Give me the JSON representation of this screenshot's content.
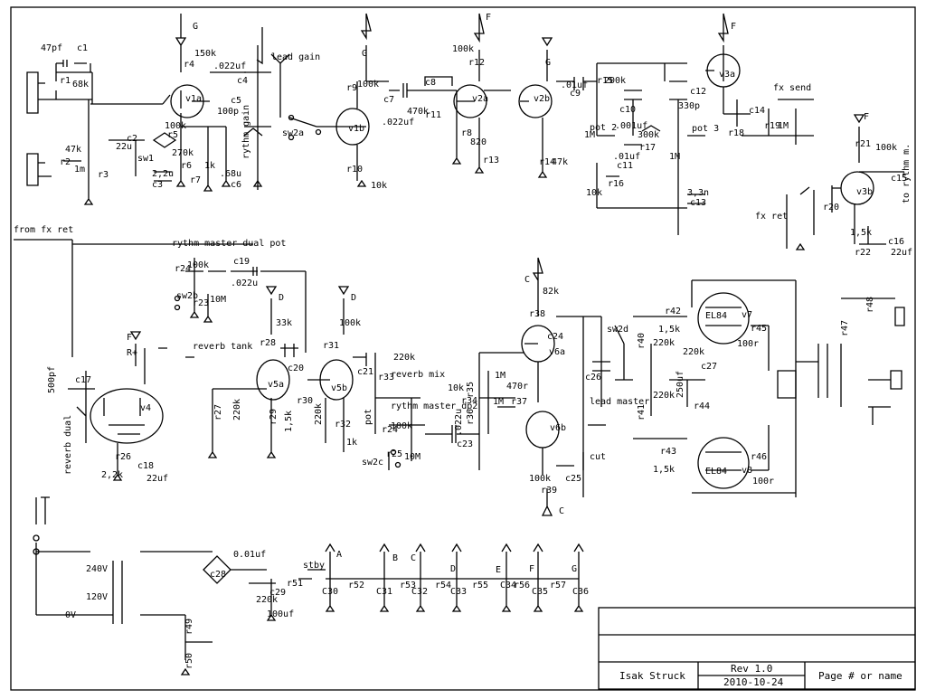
{
  "labels": {
    "c_47pf": "47pf",
    "c1": "c1",
    "r1": "r1",
    "v68k": "68k",
    "r2": "r2",
    "v47k": "47k",
    "r3": "r3",
    "v1m": "1m",
    "g1": "G",
    "r4": "r4",
    "v150k": "150k",
    "d022uf": ".022uf",
    "c4": "c4",
    "v1a": "v1a",
    "c5": "c5",
    "v100p": "100p",
    "c2": "c2",
    "v22u": "22u",
    "sw1": "sw1",
    "r5": "r5",
    "v100k_a": "100k",
    "v270k": "270k",
    "r6": "r6",
    "v22u_b": "2,2u",
    "c3": "c3",
    "r7": "r7",
    "v1k": "1k",
    "v68u": ".68u",
    "c6": "c6",
    "lead_gain": "lead gain",
    "rythm_gain": "rythm gain",
    "sw2a": "sw2a",
    "g2": "G",
    "r9": "r9",
    "v100k_b": "100k",
    "v1b": "v1b",
    "c7": "c7",
    "d022uf_b": ".022uf",
    "r10": "r10",
    "v10k": "10k",
    "c8": "c8",
    "v470k": "470k",
    "r11": "r11",
    "f1": "F",
    "r12": "r12",
    "v100k_c": "100k",
    "v2a": "v2a",
    "r8": "r8",
    "r13": "r13",
    "v820": "820",
    "g3": "G",
    "v2b": "v2b",
    "r14": "r14",
    "v47k_b": "47k",
    "d01uf": ".01uf",
    "c9": "c9",
    "r15": "r15",
    "v200k": "200k",
    "c10": "c10",
    "d001uf": ".001uf",
    "pot2": "pot 2",
    "v1m_b": "1M",
    "v300k": "300k",
    "r17": "r17",
    "d01uf_b": ".01uf",
    "c11": "c11",
    "r16": "r16",
    "v10k_b": "10k",
    "c12": "c12",
    "v330p": "330p",
    "pot3": "pot 3",
    "v1m_c": "1M",
    "v33n": "3,3n",
    "c13": "c13",
    "f2": "F",
    "v3a": "v3a",
    "r18": "r18",
    "c14": "c14",
    "r19": "r19",
    "v1m_d": "1M",
    "fx_send": "fx send",
    "f3": "F",
    "r21": "r21",
    "v100k_d": "100k",
    "c15": "c15",
    "to_rythm": "to rythm m.",
    "v3b": "v3b",
    "fx_ret": "fx ret",
    "r20": "r20",
    "v15k": "1,5k",
    "c16": "c16",
    "r22": "r22",
    "v22uf": "22uf",
    "from_fx_ret": "from fx ret",
    "rythm_master_dual": "rythm master dual pot",
    "r24": "r24",
    "v100k_e": "100k",
    "c19": "c19",
    "d022u": ".022u",
    "sw2b": "sw2b",
    "r23": "r23",
    "v10m": "10M",
    "d1": "D",
    "r28": "r28",
    "v33k": "33k",
    "d2": "D",
    "r31": "r31",
    "v100k_f": "100k",
    "c20": "c20",
    "v5a": "v5a",
    "v5b": "v5b",
    "c21": "c21",
    "r33": "r33",
    "v220k": "220k",
    "reverb_mix": "reverb mix",
    "r27": "r27",
    "v220k_b": "220k",
    "r30": "r30",
    "v220k_c": "220k",
    "r29": "r29",
    "v15k_b": "1,5k",
    "r32": "r32",
    "v1k_b": "1k",
    "pot": "pot",
    "rythm_master_dp2": "rythm master dp2",
    "r24b": "r24",
    "v100k_g": "100k",
    "sw2c": "sw2c",
    "r25": "r25",
    "v10m_b": "10M",
    "d022u_b": ".022u",
    "c23": "c23",
    "r35": "r35",
    "v1m_e": "1M",
    "v10k_c": "10k",
    "r34": "r34",
    "v470r": "470r",
    "r36": "r36",
    "v1m_f": "1M",
    "r37": "r37",
    "c1p": "C",
    "r38": "r38",
    "v82k": "82k",
    "c24": "c24",
    "v6a": "v6a",
    "v6b": "v6b",
    "r39": "r39",
    "v100k_h": "100k",
    "c25": "c25",
    "c2p": "C",
    "c26": "c26",
    "sw2d": "sw2d",
    "lead_master": "lead master",
    "cut": "cut",
    "r40": "r40",
    "v220k_d": "220k",
    "r41": "r41",
    "v220k_e": "220k",
    "v220k_f": "220k",
    "v250uf": "250uf",
    "c27": "c27",
    "r44": "r44",
    "r42": "r42",
    "v15k_c": "1,5k",
    "r43": "r43",
    "v15k_d": "1,5k",
    "el84a": "EL84",
    "v7": "v7",
    "el84b": "EL84",
    "v8": "v8",
    "r45": "r45",
    "v100r": "100r",
    "r46": "r46",
    "v100r_b": "100r",
    "r47": "r47",
    "r48": "r48",
    "fp": "F",
    "rplus": "R+",
    "reverb_tank": "reverb tank",
    "c17": "c17",
    "v500pf": "500pf",
    "reverb_dual": "reverb dual",
    "v4": "v4",
    "r26": "r26",
    "v22k": "2,2k",
    "c18": "c18",
    "v22uf_b": "22uf",
    "v240": "240V",
    "v120": "120V",
    "v0": "0V",
    "c28": "c28",
    "v001uf": "0.01uf",
    "c29": "c29",
    "v220k_g": "220k",
    "r51": "r51",
    "v100uf": "100uf",
    "r49": "r49",
    "r50": "r50",
    "stby": "stby",
    "ra": "A",
    "rb": "B",
    "rc": "C",
    "rd": "D",
    "re": "E",
    "rf": "F",
    "rg": "G",
    "c30": "C30",
    "c31": "C31",
    "r52": "r52",
    "c32": "C32",
    "r53": "r53",
    "r54": "r54",
    "c33": "C33",
    "r55": "r55",
    "c34": "C34",
    "r56": "r56",
    "c35": "C35",
    "r57": "r57",
    "c36": "C36"
  },
  "title_block": {
    "author": "Isak Struck",
    "rev": "Rev 1.0",
    "date": "2010-10-24",
    "page": "Page # or name"
  }
}
